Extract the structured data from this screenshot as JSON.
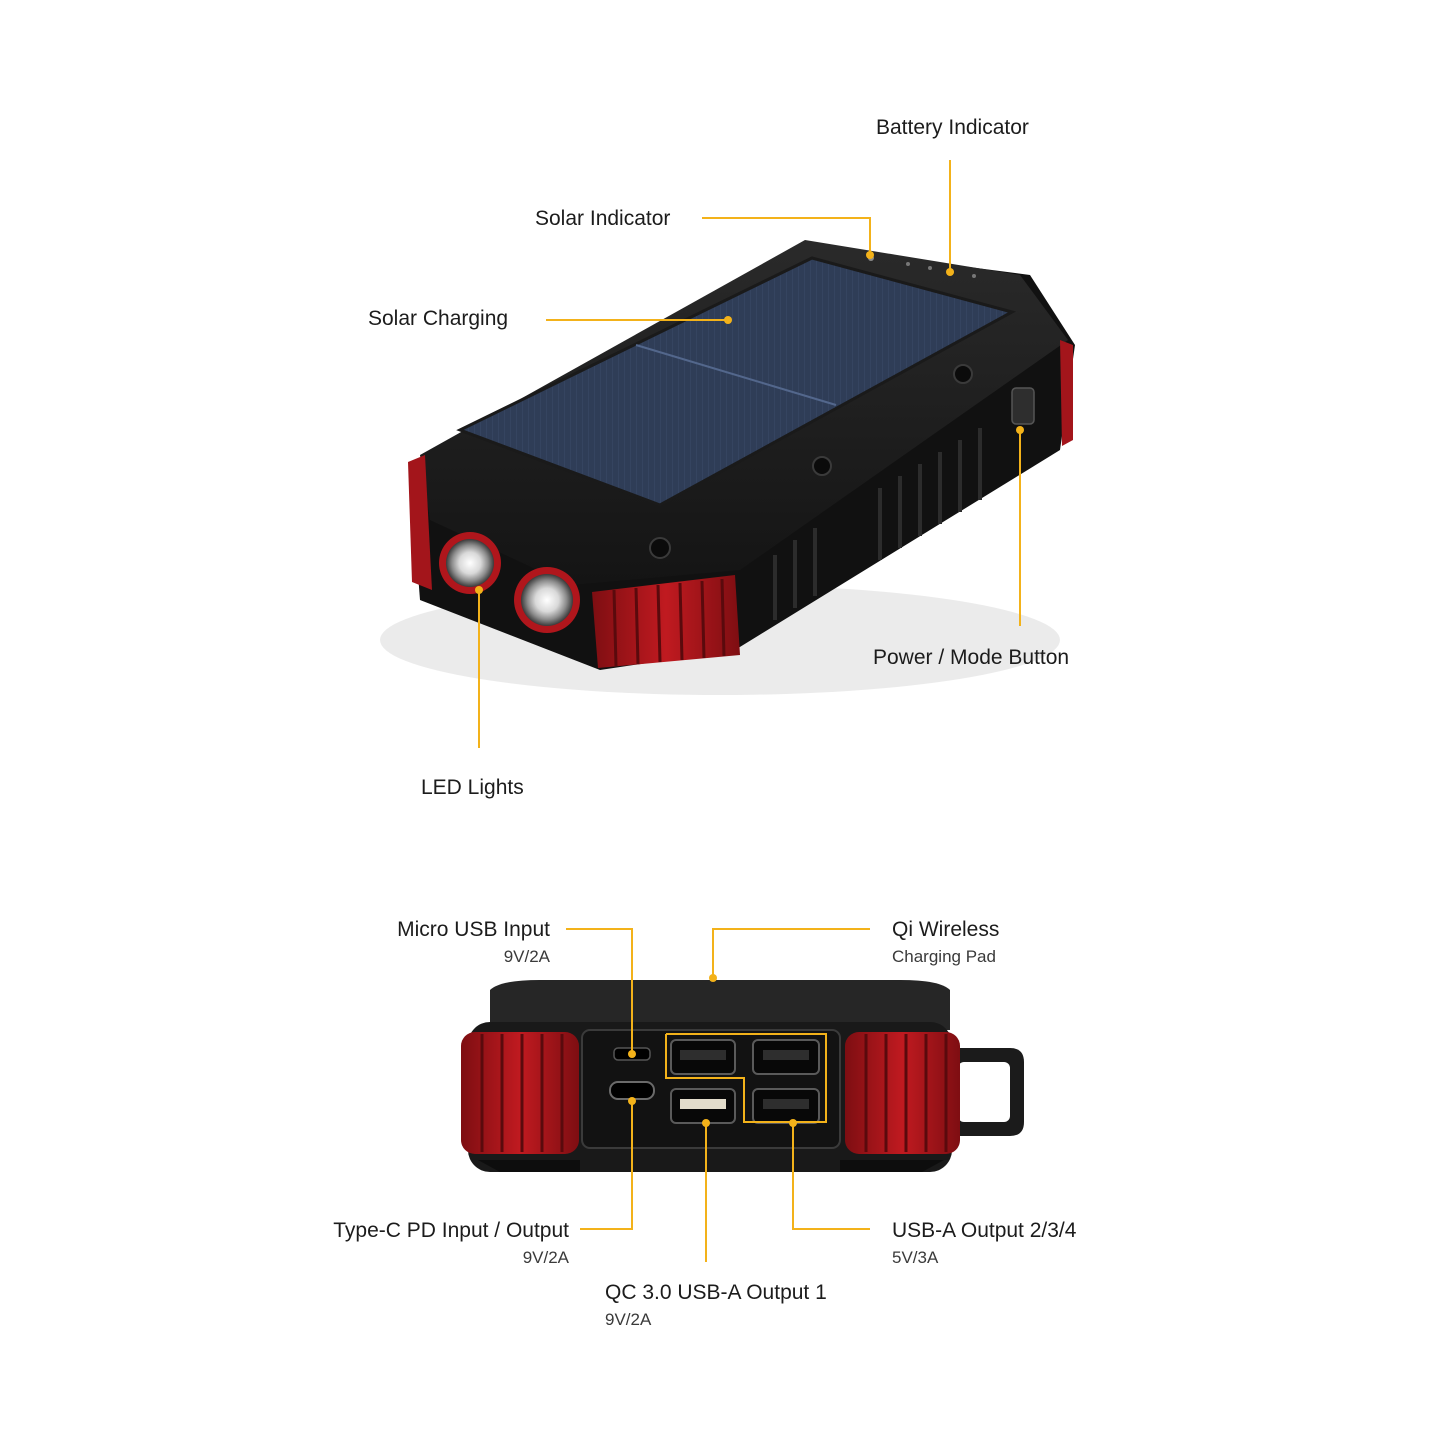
{
  "colors": {
    "callout": "#f3b21a",
    "body": "#1e1e1e",
    "bumper": "#b0161c",
    "solar": "#2d3a52",
    "background": "#ffffff"
  },
  "top_view": {
    "battery_indicator": "Battery Indicator",
    "solar_indicator": "Solar Indicator",
    "solar_charging": "Solar Charging",
    "power_mode_button": "Power / Mode Button",
    "led_lights": "LED Lights"
  },
  "side_view": {
    "micro_usb": {
      "title": "Micro USB Input",
      "spec": "9V/2A"
    },
    "qi_wireless": {
      "title": "Qi Wireless",
      "spec": "Charging Pad"
    },
    "type_c": {
      "title": "Type-C PD Input / Output",
      "spec": "9V/2A"
    },
    "usb_a_234": {
      "title": "USB-A Output 2/3/4",
      "spec": "5V/3A"
    },
    "qc30": {
      "title": "QC 3.0 USB-A Output 1",
      "spec": "9V/2A"
    }
  },
  "icons": [
    "solar-panel-icon",
    "led-light-icon",
    "power-button-icon",
    "usb-port-icon",
    "type-c-port-icon"
  ]
}
